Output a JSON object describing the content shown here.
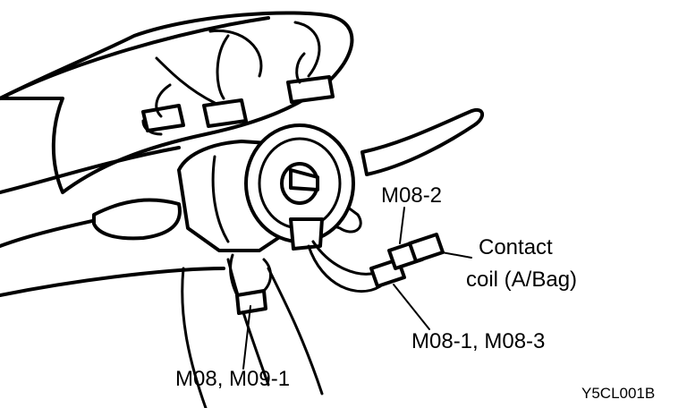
{
  "labels": {
    "connector_m08_2": "M08-2",
    "contact_coil_line1": "Contact",
    "contact_coil_line2": "coil (A/Bag)",
    "connector_m08_1_m08_3": "M08-1, M08-3",
    "connector_m08_m09_1": "M08, M09-1"
  },
  "figure_id": "Y5CL001B",
  "colors": {
    "ink": "#000000",
    "paper": "#ffffff"
  }
}
